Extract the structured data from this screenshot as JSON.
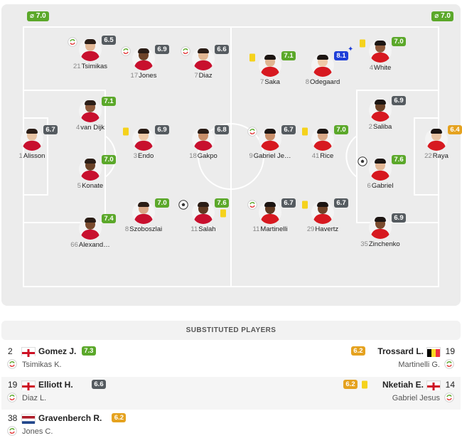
{
  "lineup": {
    "home_avg": "⌀ 7.0",
    "away_avg": "⌀ 7.0",
    "home_players": [
      {
        "num": "1",
        "name": "Alisson",
        "rating": "6.7",
        "rc": "d",
        "icons": []
      },
      {
        "num": "4",
        "name": "van Dijk",
        "rating": "7.1",
        "rc": "g",
        "icons": []
      },
      {
        "num": "5",
        "name": "Konate",
        "rating": "7.0",
        "rc": "g",
        "icons": []
      },
      {
        "num": "21",
        "name": "Tsimikas",
        "rating": "6.5",
        "rc": "d",
        "icons": [
          "sub-out"
        ]
      },
      {
        "num": "66",
        "name": "Alexand…",
        "rating": "7.4",
        "rc": "g",
        "icons": []
      },
      {
        "num": "3",
        "name": "Endo",
        "rating": "6.9",
        "rc": "d",
        "icons": [
          "yellow-card"
        ]
      },
      {
        "num": "8",
        "name": "Szoboszlai",
        "rating": "7.0",
        "rc": "g",
        "icons": []
      },
      {
        "num": "17",
        "name": "Jones",
        "rating": "6.9",
        "rc": "d",
        "icons": [
          "sub-out"
        ]
      },
      {
        "num": "7",
        "name": "Diaz",
        "rating": "6.6",
        "rc": "d",
        "icons": [
          "sub-out"
        ]
      },
      {
        "num": "18",
        "name": "Gakpo",
        "rating": "6.8",
        "rc": "d",
        "icons": []
      },
      {
        "num": "11",
        "name": "Salah",
        "rating": "7.6",
        "rc": "g",
        "icons": [
          "goal",
          "yellow-card"
        ]
      }
    ],
    "away_players": [
      {
        "num": "22",
        "name": "Raya",
        "rating": "6.4",
        "rc": "o",
        "icons": []
      },
      {
        "num": "4",
        "name": "White",
        "rating": "7.0",
        "rc": "g",
        "icons": [
          "yellow-card"
        ]
      },
      {
        "num": "2",
        "name": "Saliba",
        "rating": "6.9",
        "rc": "d",
        "icons": []
      },
      {
        "num": "6",
        "name": "Gabriel",
        "rating": "7.6",
        "rc": "g",
        "icons": [
          "goal"
        ]
      },
      {
        "num": "35",
        "name": "Zinchenko",
        "rating": "6.9",
        "rc": "d",
        "icons": []
      },
      {
        "num": "8",
        "name": "Odegaard",
        "rating": "8.1",
        "rc": "b",
        "icons": [],
        "star": "✦"
      },
      {
        "num": "41",
        "name": "Rice",
        "rating": "7.0",
        "rc": "g",
        "icons": [
          "yellow-card"
        ]
      },
      {
        "num": "29",
        "name": "Havertz",
        "rating": "6.7",
        "rc": "d",
        "icons": [
          "yellow-card"
        ]
      },
      {
        "num": "7",
        "name": "Saka",
        "rating": "7.1",
        "rc": "g",
        "icons": [
          "yellow-card"
        ]
      },
      {
        "num": "9",
        "name": "Gabriel Je…",
        "rating": "6.7",
        "rc": "d",
        "icons": [
          "sub-out"
        ]
      },
      {
        "num": "11",
        "name": "Martinelli",
        "rating": "6.7",
        "rc": "d",
        "icons": [
          "sub-out"
        ]
      }
    ]
  },
  "substitutes": {
    "title": "SUBSTITUTED PLAYERS",
    "rows": [
      {
        "left": {
          "num": "2",
          "name": "Gomez J.",
          "rating": "7.3",
          "rc": "g",
          "replaced": "Tsimikas K.",
          "flag": "england"
        },
        "right": {
          "num": "19",
          "name": "Trossard L.",
          "rating": "6.2",
          "rc": "o",
          "replaced": "Martinelli G.",
          "flag": "belgium",
          "card": false
        }
      },
      {
        "left": {
          "num": "19",
          "name": "Elliott H.",
          "rating": "6.6",
          "rc": "d",
          "replaced": "Diaz L.",
          "flag": "england"
        },
        "right": {
          "num": "14",
          "name": "Nketiah E.",
          "rating": "6.2",
          "rc": "o",
          "replaced": "Gabriel Jesus",
          "flag": "england",
          "card": true
        }
      },
      {
        "left": {
          "num": "38",
          "name": "Gravenberch R.",
          "rating": "6.2",
          "rc": "o",
          "replaced": "Jones C.",
          "flag": "netherlands"
        }
      }
    ]
  },
  "colors": {
    "rating_green": "#5ba82a",
    "rating_dark": "#555b60",
    "rating_blue": "#1f3fd8",
    "rating_orange": "#e5a21f",
    "card_yellow": "#f5d21c",
    "pitch": "#ececec",
    "pitch_lines": "#ffffff"
  }
}
